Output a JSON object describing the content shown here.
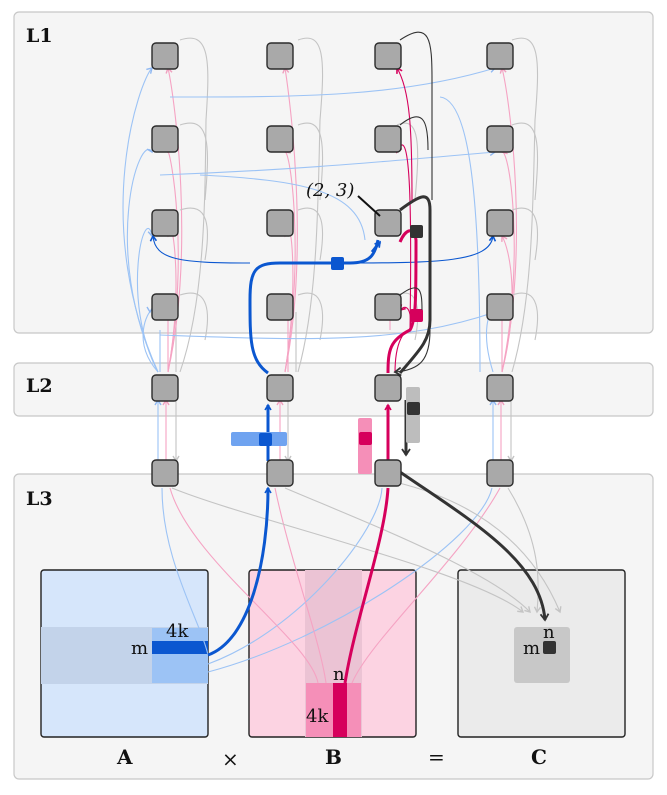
{
  "levels": {
    "l1": "L1",
    "l2": "L2",
    "l3": "L3"
  },
  "node_label": "(2, 3)",
  "matrices": {
    "a": "A",
    "b": "B",
    "c": "C"
  },
  "operators": {
    "times": "×",
    "equals": "="
  },
  "dims": {
    "a_k": "4k",
    "a_m": "m",
    "b_n": "n",
    "b_k": "4k",
    "c_n": "n",
    "c_m": "m"
  },
  "colors": {
    "blue": "#0b57d0",
    "blue_light": "#9cc3f5",
    "blue_fill": "#d6e6fb",
    "pink": "#d6005c",
    "pink_light": "#f5a3c3",
    "pink_fill": "#fcd3e2",
    "dark": "#333333",
    "gray_light": "#c4c4c4",
    "c_fill": "#ebebeb"
  }
}
